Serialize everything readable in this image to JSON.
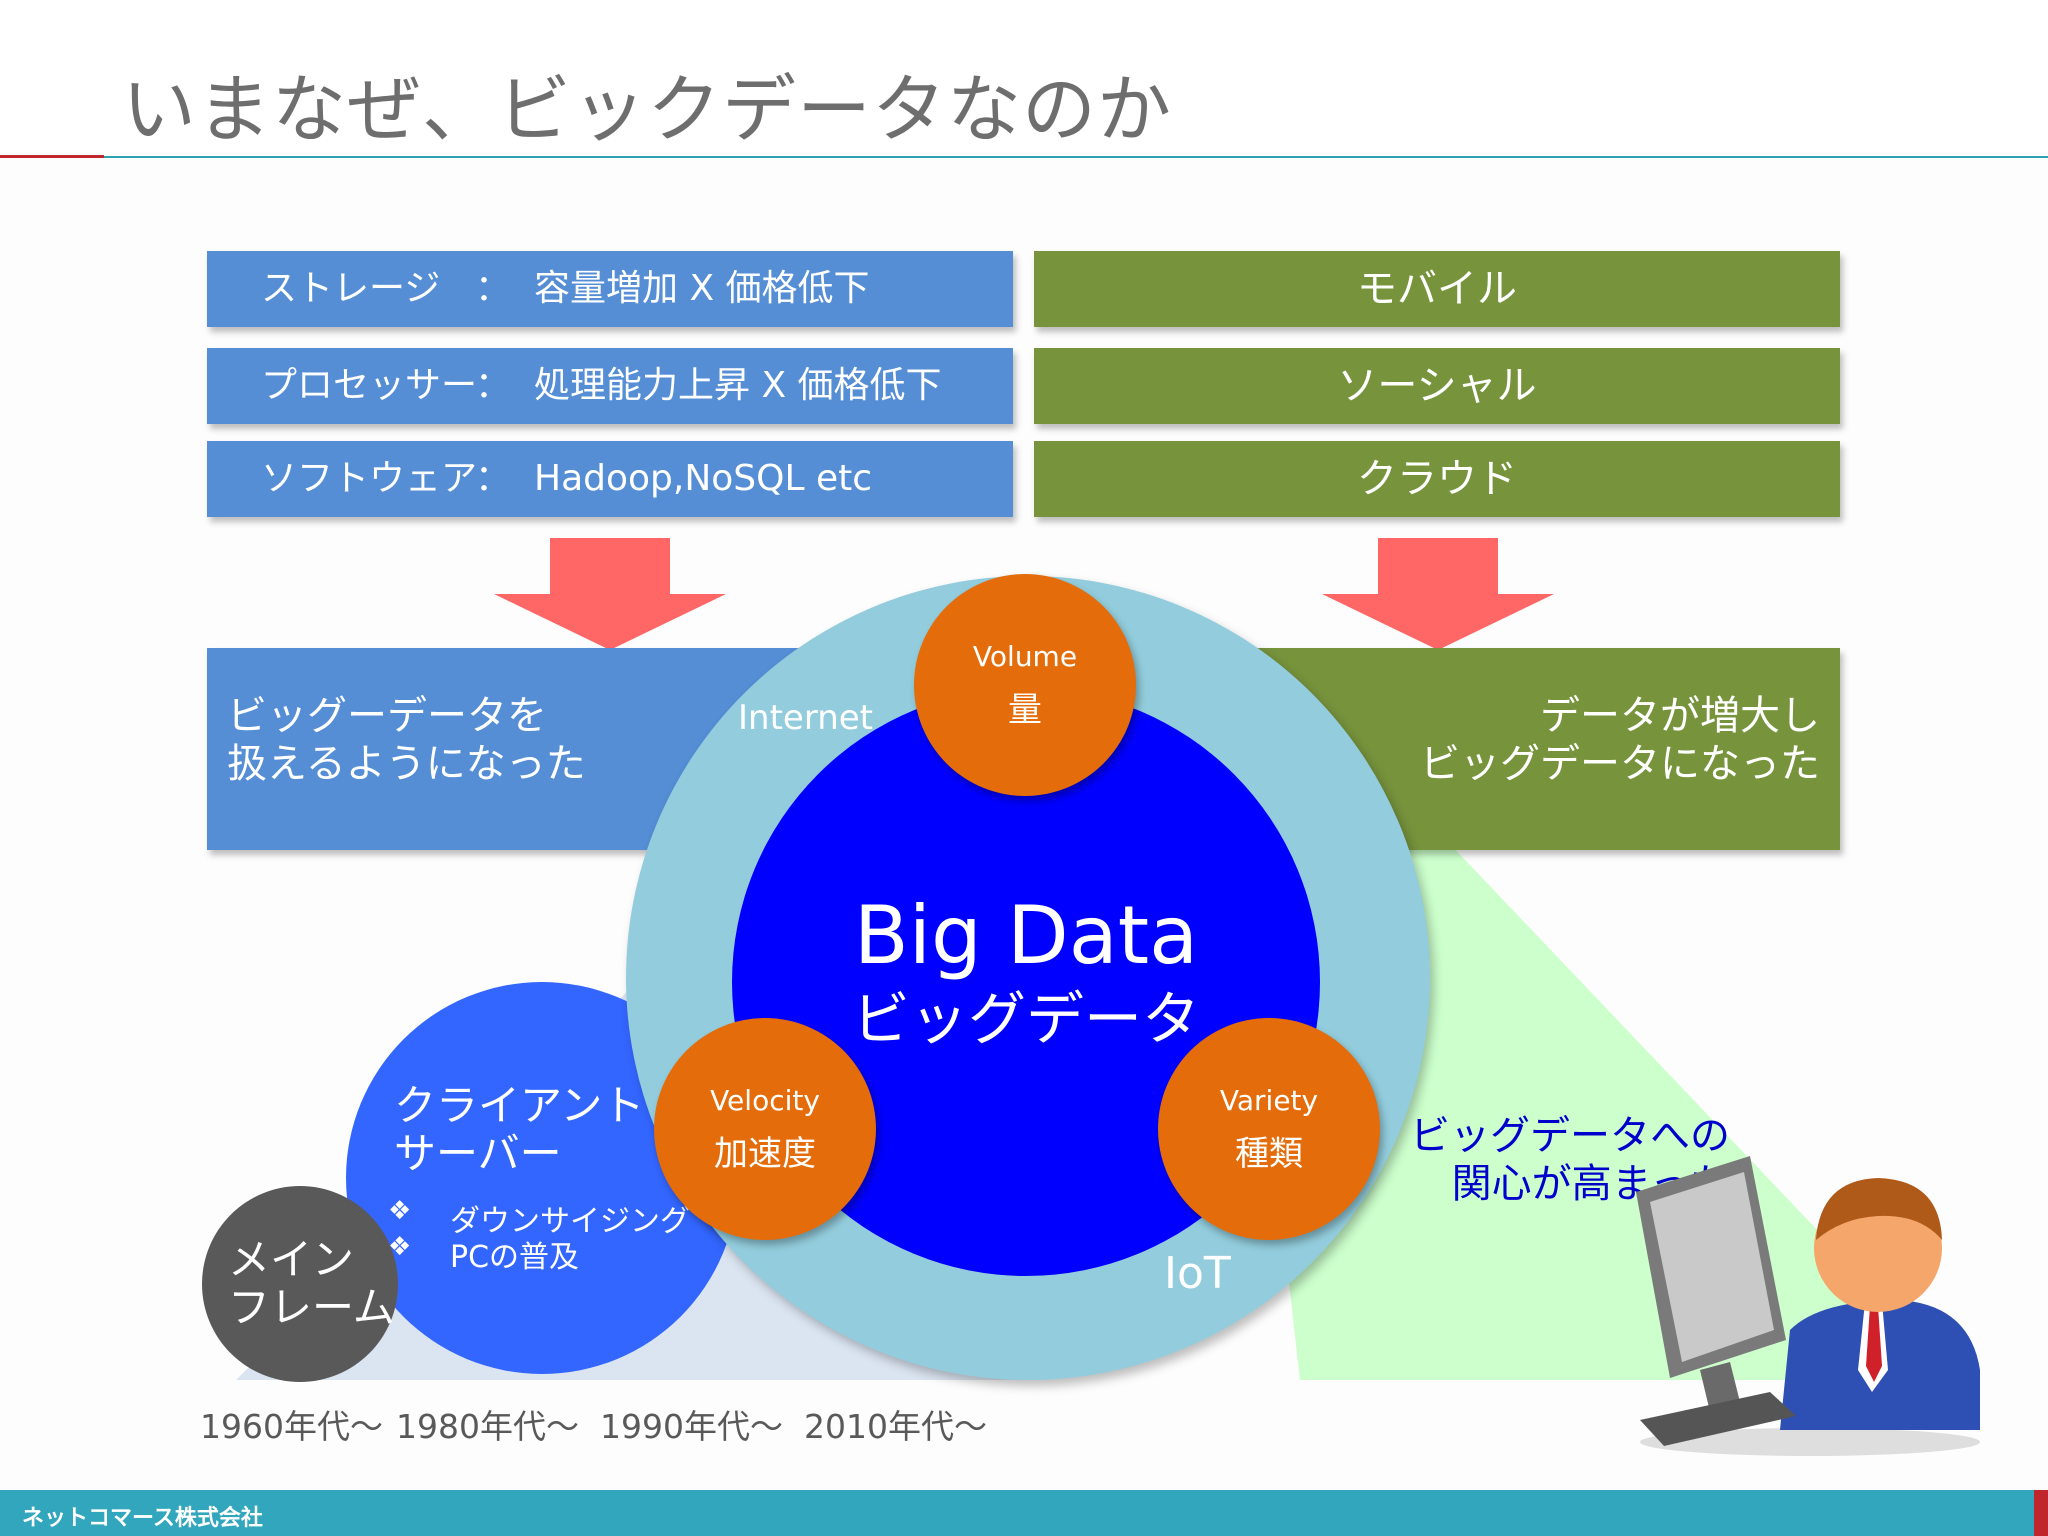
{
  "slide": {
    "title": "いまなぜ、ビックデータなのか",
    "tech_rows": [
      {
        "label": "ストレージ",
        "sep": "：",
        "value": "容量増加 X 価格低下"
      },
      {
        "label": "プロセッサー",
        "sep": "：",
        "value": "処理能力上昇 X 価格低下"
      },
      {
        "label": "ソフトウェア",
        "sep": "：",
        "value": "Hadoop,NoSQL etc"
      }
    ],
    "trend_rows": [
      "モバイル",
      "ソーシャル",
      "クラウド"
    ],
    "left_result": {
      "line1": "ビッグーデータを",
      "line2": "扱えるようになった"
    },
    "right_result": {
      "line1": "データが増大し",
      "line2": "ビッグデータになった"
    },
    "big_data": {
      "en": "Big Data",
      "jp": "ビッグデータ"
    },
    "ring_labels": {
      "top": "Internet",
      "bottom": "IoT"
    },
    "vs": {
      "volume": {
        "en": "Volume",
        "jp": "量"
      },
      "velocity": {
        "en": "Velocity",
        "jp": "加速度"
      },
      "variety": {
        "en": "Variety",
        "jp": "種類"
      }
    },
    "client_server": {
      "title1": "クライアント",
      "title2": "サーバー",
      "bullets": [
        "ダウンサイジング",
        "PCの普及"
      ],
      "bullet_symbol": "❖"
    },
    "mainframe": {
      "line1": "メイン",
      "line2": "フレーム"
    },
    "interest": {
      "line1": "ビッグデータへの",
      "line2": "関心が高まった"
    },
    "timeline": [
      "1960年代～",
      "1980年代～",
      "1990年代～",
      "2010年代～"
    ],
    "company": "ネットコマース株式会社",
    "colors": {
      "blue_box": "#558ed5",
      "green_box": "#77933c",
      "arrow": "#ff6666",
      "ring": "#93cddd",
      "core": "#0000ff",
      "orange": "#e46c0a",
      "client": "#3366ff",
      "mainframe": "#595959",
      "footer": "#31a6bc"
    },
    "icons": [
      "down-arrow-icon",
      "person-at-computer-icon"
    ]
  }
}
